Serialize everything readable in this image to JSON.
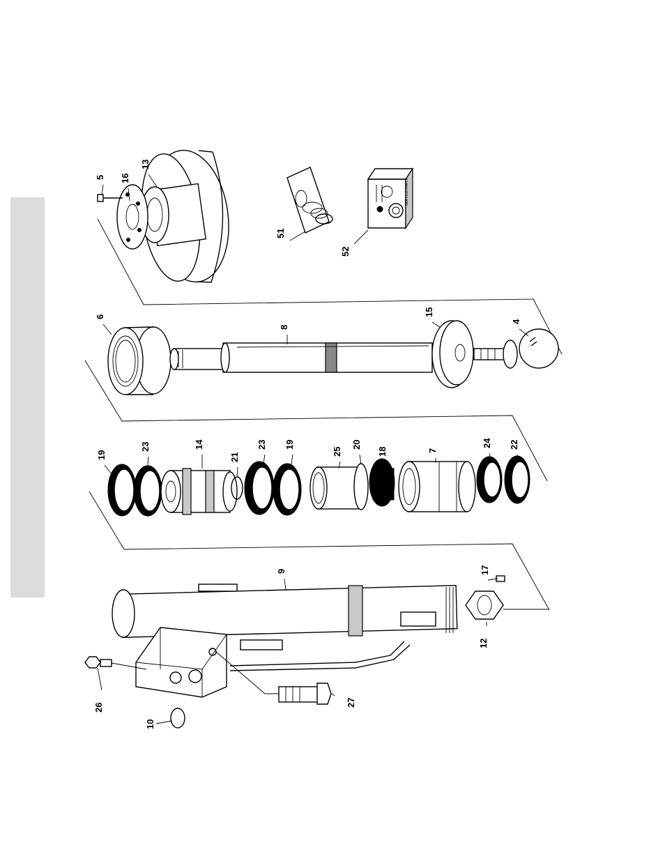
{
  "callouts": {
    "c5": "5",
    "c16": "16",
    "c13": "13",
    "c51": "51",
    "c52": "52",
    "c6": "6",
    "c8": "8",
    "c15": "15",
    "c4": "4",
    "c19a": "19",
    "c23a": "23",
    "c14": "14",
    "c21": "21",
    "c23b": "23",
    "c19b": "19",
    "c25": "25",
    "c20": "20",
    "c18": "18",
    "c7": "7",
    "c24": "24",
    "c22": "22",
    "c9": "9",
    "c17": "17",
    "c12": "12",
    "c26": "26",
    "c10": "10",
    "c27": "27"
  },
  "kit_box_label": "SERVICE PARTS",
  "colors": {
    "ink": "#000000",
    "side_tab": "#dcdcdc",
    "paper": "#ffffff"
  }
}
